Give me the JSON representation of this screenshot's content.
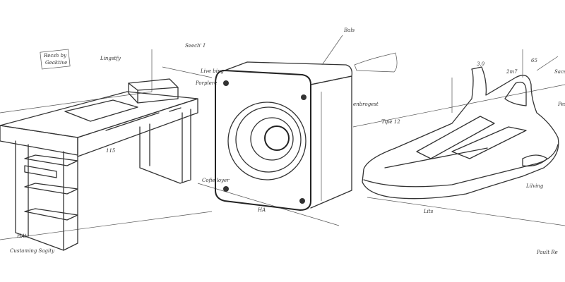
{
  "desk": {
    "note": "Recsh by Geaktive",
    "labels": [
      "Lingstfy",
      "Seech' I",
      "Live bing",
      "Porplere",
      "Custaming Sagity",
      "HAt",
      "115"
    ]
  },
  "speaker": {
    "labels": [
      "Bals",
      "Cofie loyer",
      "HA"
    ]
  },
  "shoe": {
    "labels": [
      "enbrogest",
      "Tipe 12",
      "Sacs",
      "Pes",
      "Lilving",
      "Lits",
      "Pault Re",
      "2m7",
      "3.0",
      "65"
    ]
  },
  "colors": {
    "ink": "#333333",
    "paper": "#ffffff"
  }
}
